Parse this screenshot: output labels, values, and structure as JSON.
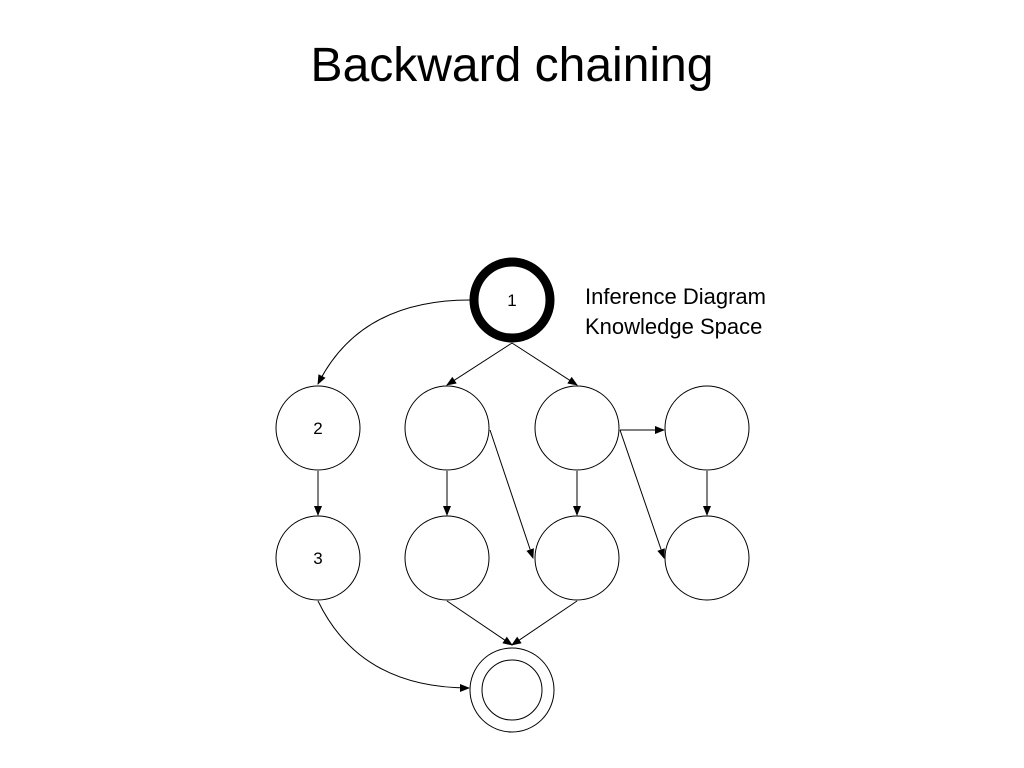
{
  "slide": {
    "title": "Backward chaining"
  },
  "legend": {
    "line1": "Inference Diagram",
    "line2": "Knowledge Space"
  },
  "diagram": {
    "nodes": [
      {
        "id": "n1",
        "label": "1",
        "style": "goal"
      },
      {
        "id": "n2",
        "label": "2",
        "style": "plain"
      },
      {
        "id": "n3",
        "label": "3",
        "style": "plain"
      },
      {
        "id": "a1",
        "label": "",
        "style": "plain"
      },
      {
        "id": "b1",
        "label": "",
        "style": "plain"
      },
      {
        "id": "c1",
        "label": "",
        "style": "plain"
      },
      {
        "id": "a2",
        "label": "",
        "style": "plain"
      },
      {
        "id": "b2",
        "label": "",
        "style": "plain"
      },
      {
        "id": "c2",
        "label": "",
        "style": "plain"
      },
      {
        "id": "end",
        "label": "",
        "style": "double"
      }
    ],
    "edges": [
      {
        "from": "n1",
        "to": "n2"
      },
      {
        "from": "n1",
        "to": "a1"
      },
      {
        "from": "n1",
        "to": "b1"
      },
      {
        "from": "n2",
        "to": "n3"
      },
      {
        "from": "a1",
        "to": "a2"
      },
      {
        "from": "a1",
        "to": "b2"
      },
      {
        "from": "b1",
        "to": "b2"
      },
      {
        "from": "b1",
        "to": "c1"
      },
      {
        "from": "b1",
        "to": "c2"
      },
      {
        "from": "c1",
        "to": "c2"
      },
      {
        "from": "n3",
        "to": "end"
      },
      {
        "from": "a2",
        "to": "end"
      },
      {
        "from": "b2",
        "to": "end"
      }
    ]
  }
}
